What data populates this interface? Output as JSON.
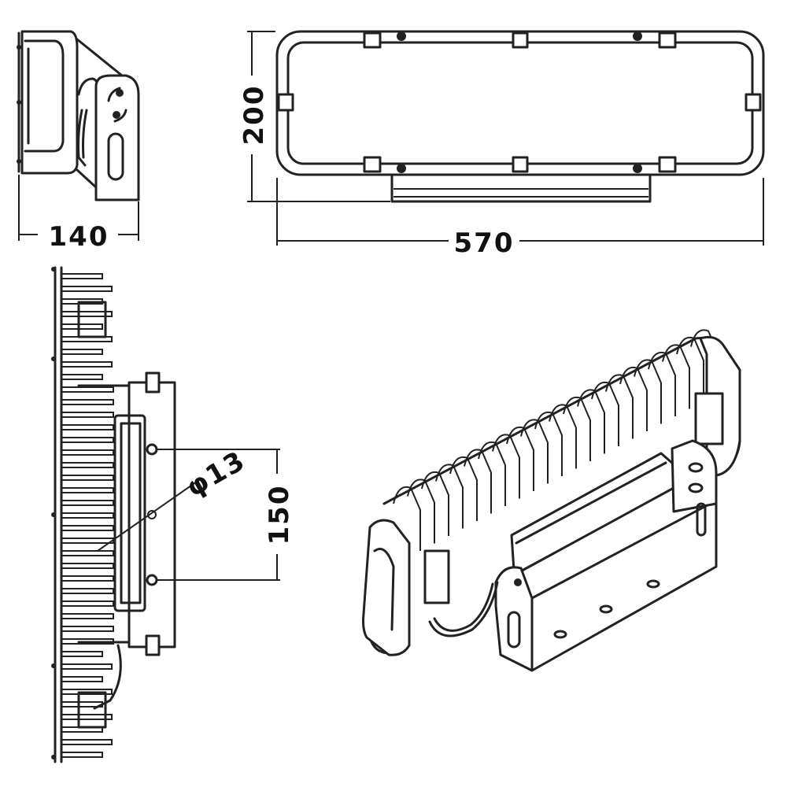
{
  "drawing": {
    "dimensions": {
      "side_width": "140",
      "front_height": "200",
      "front_width": "570",
      "hole_diameter": "φ13",
      "hole_spacing": "150"
    }
  },
  "colors": {
    "line": "#222222",
    "background": "#ffffff"
  }
}
